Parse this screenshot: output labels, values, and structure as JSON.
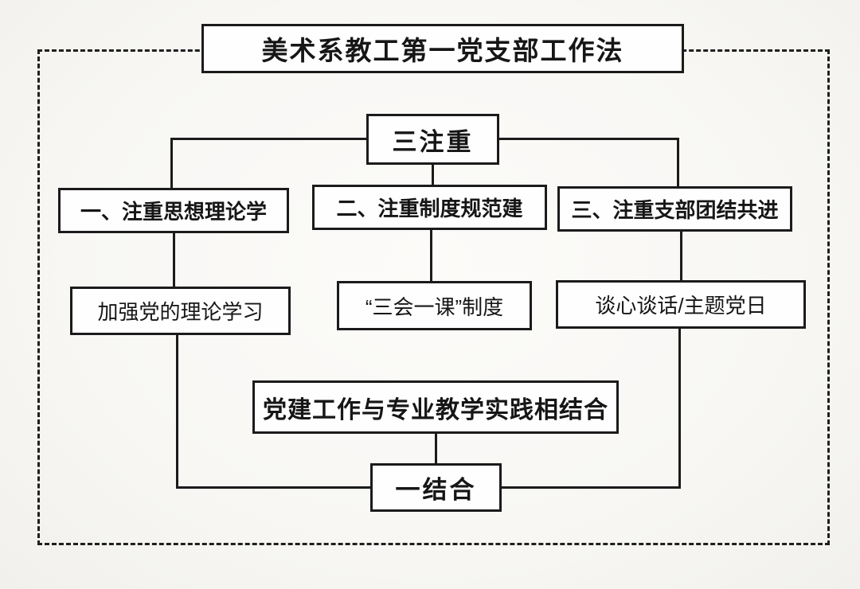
{
  "diagram": {
    "title": "美术系教工第一党支部工作法",
    "top_node": "三注重",
    "bottom_node": "一结合",
    "branches": [
      {
        "heading": "一、注重思想理论学",
        "detail": "加强党的理论学习"
      },
      {
        "heading": "二、注重制度规范建",
        "detail": "“三会一课”制度"
      },
      {
        "heading": "三、注重支部团结共进",
        "detail": "谈心谈话/主题党日"
      }
    ],
    "integration_node": "党建工作与专业教学实践相结合",
    "colors": {
      "line": "#1b1b1b",
      "box_background": "#fefefe",
      "page_background": "#f8f7f4",
      "text": "#161616"
    }
  }
}
